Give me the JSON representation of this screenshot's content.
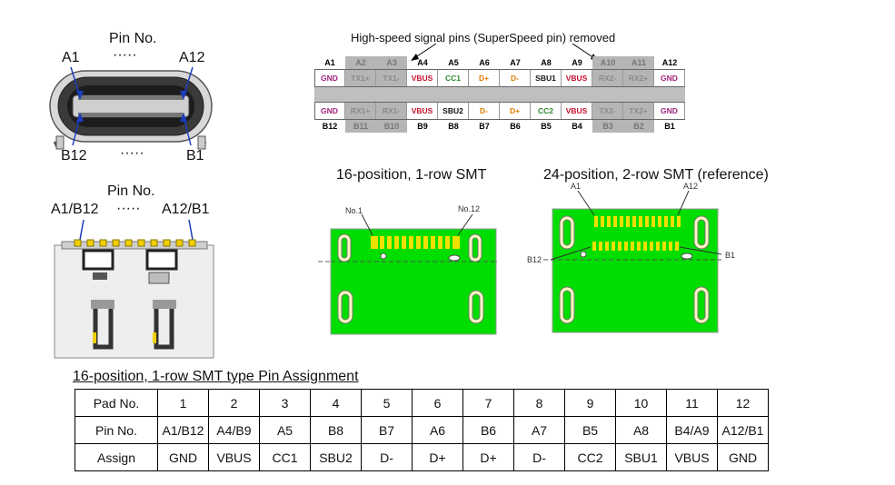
{
  "connector_top": {
    "pin_no": "Pin No.",
    "dots": "·····",
    "a1": "A1",
    "a12": "A12",
    "b12": "B12",
    "b1": "B1"
  },
  "connector_side": {
    "pin_no": "Pin No.",
    "left": "A1/B12",
    "dots": "·····",
    "right": "A12/B1"
  },
  "pin_diagram": {
    "title": "High-speed signal pins (SuperSpeed pin) removed",
    "top_labels": [
      "A1",
      "A2",
      "A3",
      "A4",
      "A5",
      "A6",
      "A7",
      "A8",
      "A9",
      "A10",
      "A11",
      "A12"
    ],
    "top_signals": [
      "GND",
      "TX1+",
      "TX1-",
      "VBUS",
      "CC1",
      "D+",
      "D-",
      "SBU1",
      "VBUS",
      "RX2-",
      "RX2+",
      "GND"
    ],
    "bottom_signals": [
      "GND",
      "RX1+",
      "RX1-",
      "VBUS",
      "SBU2",
      "D-",
      "D+",
      "CC2",
      "VBUS",
      "TX2-",
      "TX2+",
      "GND"
    ],
    "bottom_labels": [
      "B12",
      "B11",
      "B10",
      "B9",
      "B8",
      "B7",
      "B6",
      "B5",
      "B4",
      "B3",
      "B2",
      "B1"
    ],
    "removed_index": [
      1,
      2,
      9,
      10
    ],
    "colors": {
      "gnd": "#a0207a",
      "vbus": "#c8102e",
      "cc": "#2e8b2e",
      "data": "#e07b00",
      "sbu": "#111111",
      "removed": "#8a8a8a"
    }
  },
  "footprint_16": {
    "title": "16-position, 1-row SMT",
    "no1": "No.1",
    "no12": "No.12"
  },
  "footprint_24": {
    "title": "24-position, 2-row SMT (reference)",
    "a1": "A1",
    "a12": "A12",
    "b12": "B12",
    "b1": "B1"
  },
  "table": {
    "title": "16-position, 1-row SMT type Pin Assignment",
    "rows": [
      {
        "head": "Pad No.",
        "cells": [
          "1",
          "2",
          "3",
          "4",
          "5",
          "6",
          "7",
          "8",
          "9",
          "10",
          "11",
          "12"
        ]
      },
      {
        "head": "Pin No.",
        "cells": [
          "A1/B12",
          "A4/B9",
          "A5",
          "B8",
          "B7",
          "A6",
          "B6",
          "A7",
          "B5",
          "A8",
          "B4/A9",
          "A12/B1"
        ]
      },
      {
        "head": "Assign",
        "cells": [
          "GND",
          "VBUS",
          "CC1",
          "SBU2",
          "D-",
          "D+",
          "D+",
          "D-",
          "CC2",
          "SBU1",
          "VBUS",
          "GND"
        ]
      }
    ]
  }
}
